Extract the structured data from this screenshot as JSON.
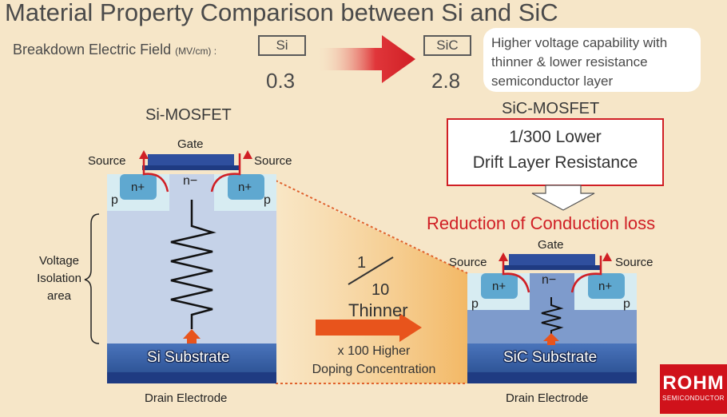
{
  "title": "Material Property Comparison between Si and SiC",
  "breakdown": {
    "label": "Breakdown Electric Field",
    "unit": "(MV/cm) :",
    "si_name": "Si",
    "si_value": "0.3",
    "sic_name": "SiC",
    "sic_value": "2.8"
  },
  "note_lines": [
    "Higher voltage capability with",
    "thinner & lower resistance",
    "semiconductor layer"
  ],
  "si_mosfet": {
    "title": "Si-MOSFET",
    "gate": "Gate",
    "source_left": "Source",
    "source_right": "Source",
    "n_plus_left": "n+",
    "n_plus_right": "n+",
    "n_minus": "n−",
    "p_left": "p",
    "p_right": "p",
    "substrate": "Si Substrate",
    "drain": "Drain Electrode",
    "voltage_area": [
      "Voltage",
      "Isolation",
      "area"
    ]
  },
  "sic_mosfet": {
    "title": "SiC-MOSFET",
    "box_lines": [
      "1/300 Lower",
      "Drift Layer Resistance"
    ],
    "reduction": "Reduction of Conduction loss",
    "gate": "Gate",
    "source_left": "Source",
    "source_right": "Source",
    "n_plus_left": "n+",
    "n_plus_right": "n+",
    "n_minus": "n−",
    "p_left": "p",
    "p_right": "p",
    "substrate": "SiC Substrate",
    "drain": "Drain Electrode"
  },
  "middle": {
    "frac_num": "1",
    "frac_den": "10",
    "thinner": "Thinner",
    "doping_lines": [
      "x 100 Higher",
      "Doping Concentration"
    ]
  },
  "logo": {
    "name": "ROHM",
    "sub": "SEMICONDUCTOR"
  },
  "colors": {
    "accent_red": "#d01f25",
    "background": "#f6e6c8",
    "substrate_blue": "#3b64a8",
    "drift_blue": "#c5d2e8",
    "gate_blue": "#2f4f9e"
  }
}
